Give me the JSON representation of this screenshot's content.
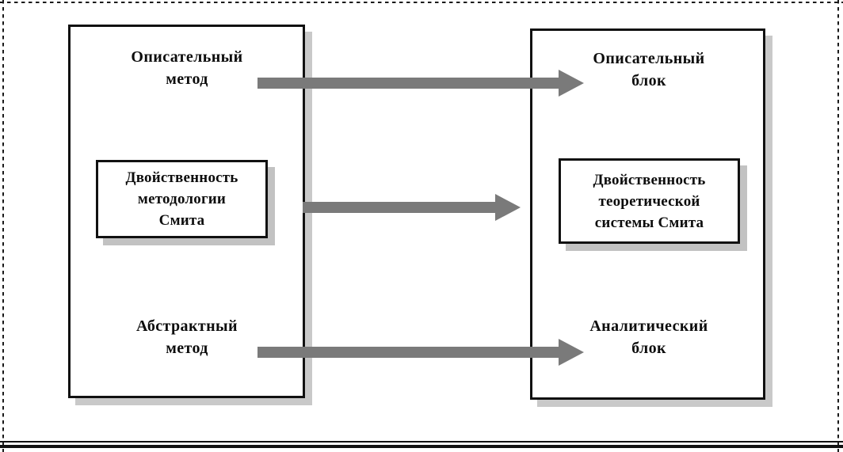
{
  "diagram": {
    "title_text": "",
    "colors": {
      "stroke": "#111111",
      "arrow_gray": "#7a7a7a",
      "shadow_gray": "#c9c9c9",
      "background": "#ffffff"
    },
    "left_panel": {
      "name": "method-panel",
      "top_label": "Описательный\nметод",
      "bottom_label": "Абстрактный\nметод",
      "inner_box_label": "Двойственность\nметодологии\nСмита"
    },
    "right_panel": {
      "name": "block-panel",
      "top_label": "Описательный\nблок",
      "bottom_label": "Аналитический\nблок",
      "inner_box_label": "Двойственность\nтеоретической\nсистемы Смита"
    },
    "arrows": [
      {
        "id": "arrow-top",
        "from": "Описательный метод",
        "to": "Описательный блок"
      },
      {
        "id": "arrow-middle",
        "from": "Двойственность методологии Смита",
        "to": "Двойственность теоретической системы Смита"
      },
      {
        "id": "arrow-bottom",
        "from": "Абстрактный метод",
        "to": "Аналитический блок"
      }
    ]
  }
}
